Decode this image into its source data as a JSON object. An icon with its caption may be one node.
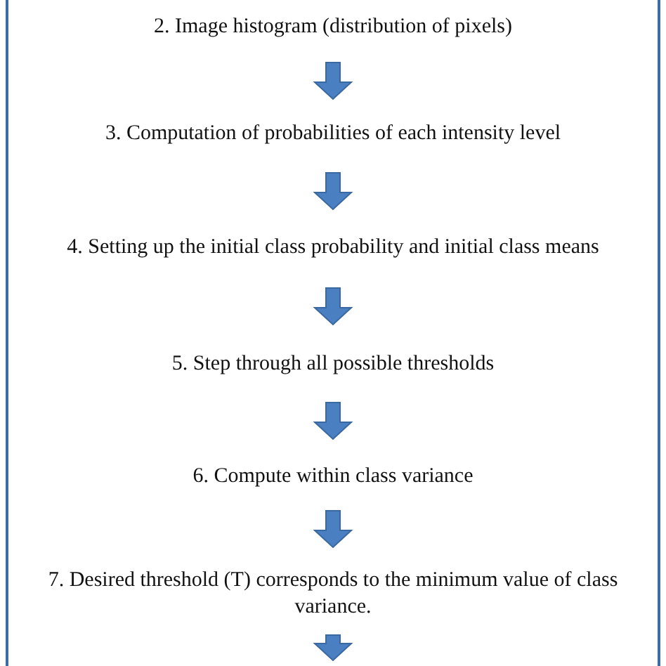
{
  "diagram": {
    "nodes": [
      {
        "text": [],
        "shape": "box"
      },
      {
        "text": [
          "2. Image histogram (distribution of pixels)"
        ],
        "in": 0
      },
      {
        "text": [
          "3. Computation of probabilities of each intensity level"
        ],
        "in": 0
      },
      {
        "text": [
          "4. Setting up the initial class probability and initial class means"
        ],
        "in": 0
      },
      {
        "text": [
          "5. Step through all possible thresholds"
        ],
        "in": 0
      },
      {
        "text": [
          "6. Compute within class variance"
        ],
        "in": 0
      },
      {
        "text": [
          "7. Desired threshold (T) corresponds to the minimum value of class variance."
        ],
        "in": 0
      }
    ],
    "edges": [
      {
        "from": 1,
        "to": 2,
        "arrow": "to"
      },
      {
        "from": 2,
        "to": 3,
        "arrow": "to"
      },
      {
        "from": 3,
        "to": 4,
        "arrow": "to"
      },
      {
        "from": 4,
        "to": 5,
        "arrow": "to"
      },
      {
        "from": 5,
        "to": 6,
        "arrow": "to"
      },
      {
        "from": 6,
        "to": null,
        "arrow": "to"
      }
    ]
  }
}
